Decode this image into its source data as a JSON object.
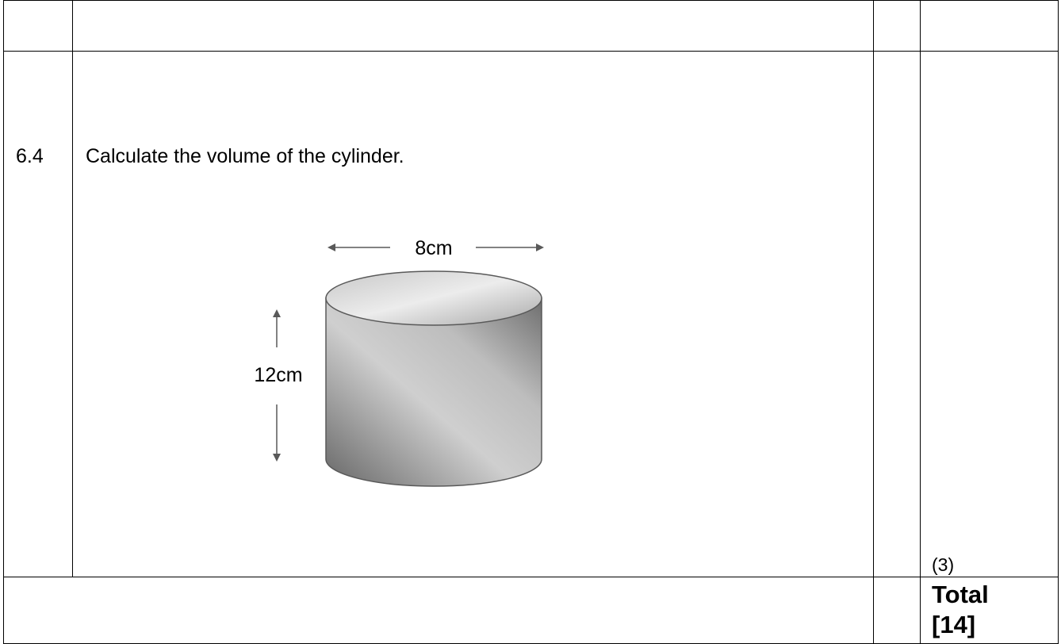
{
  "question": {
    "number": "6.4",
    "text": "Calculate the volume of the cylinder.",
    "marks": "(3)"
  },
  "figure": {
    "width_label": "8cm",
    "height_label": "12cm",
    "shape": "cylinder"
  },
  "footer": {
    "total_label": "Total",
    "total_value": "[14]"
  },
  "colors": {
    "table_border": "#000000",
    "arrow": "#595959",
    "cylinder_light": "#e6e6e6",
    "cylinder_dark": "#666666",
    "cylinder_outline": "#595959"
  }
}
